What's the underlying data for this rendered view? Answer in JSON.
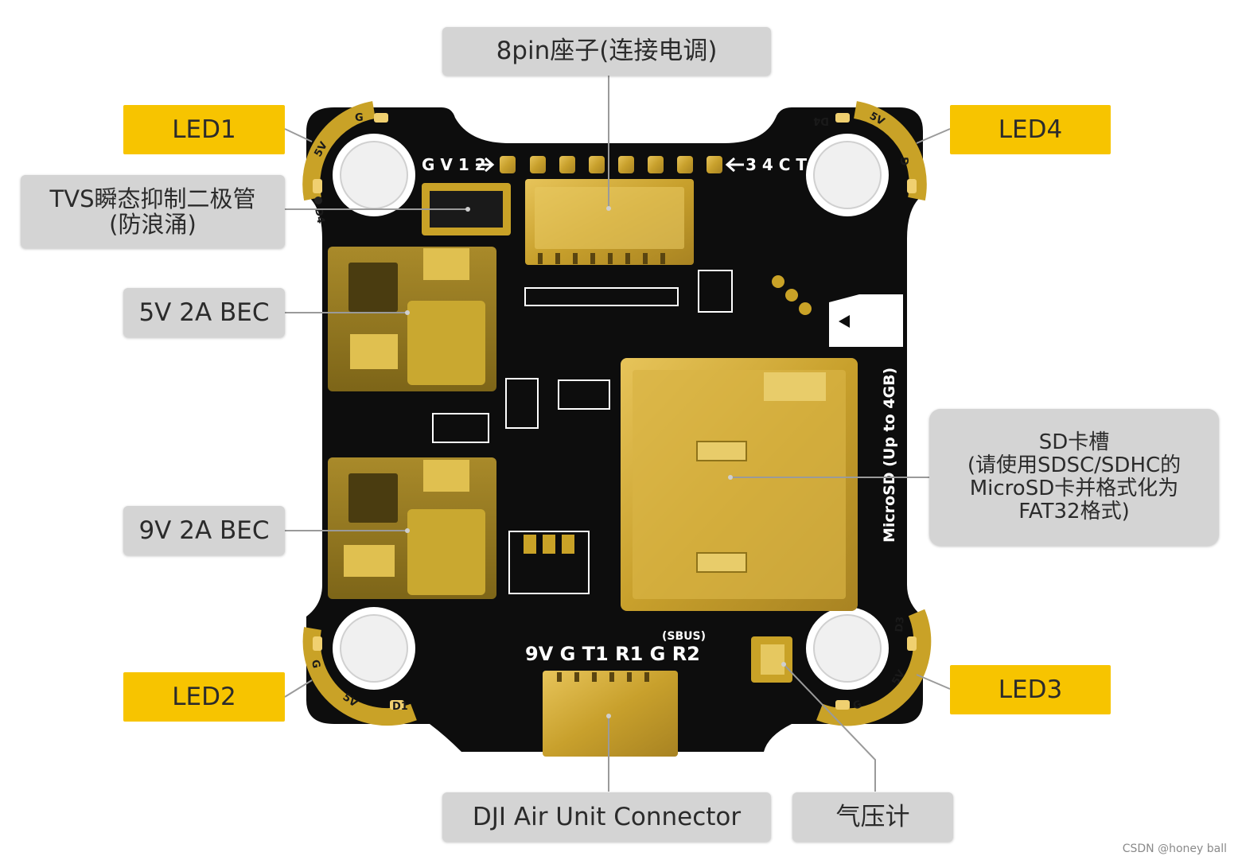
{
  "labels": {
    "top_connector": "8pin座子(连接电调)",
    "tvs_line1": "TVS瞬态抑制二极管",
    "tvs_line2": "(防浪涌)",
    "bec5v": "5V 2A BEC",
    "bec9v": "9V 2A BEC",
    "led1": "LED1",
    "led2": "LED2",
    "led3": "LED3",
    "led4": "LED4",
    "sd_line1": "SD卡槽",
    "sd_line2": "(请使用SDSC/SDHC的",
    "sd_line3": "MicroSD卡并格式化为",
    "sd_line4": "FAT32格式)",
    "dji": "DJI Air Unit Connector",
    "barometer": "气压计"
  },
  "board_silkscreen": {
    "top_left_pins": "G V 1 2",
    "top_right_pins": "3 4 C T",
    "bottom_pins": "9V G  T1 R1 G R2",
    "sbus": "(SBUS)",
    "microsd": "MicroSD (Up to 4GB)",
    "pad_g_tl": "G",
    "pad_5v_tl": "5V",
    "pad_d4_tl": "D4",
    "pad_d4_tr": "D4",
    "pad_5v_tr": "5V",
    "pad_g_tr": "G",
    "pad_g_bl": "G",
    "pad_5v_bl": "5V",
    "pad_d1_bl": "D1",
    "pad_d3_br": "D3",
    "pad_5v_br": "5V",
    "pad_g_br": "G"
  },
  "watermark": "CSDN @honey ball",
  "colors": {
    "board": "#0d0d0d",
    "gold": "#c9a227",
    "label_gray": "#d4d4d4",
    "label_yellow": "#f7c400",
    "leader_line": "#9a9a9a"
  }
}
